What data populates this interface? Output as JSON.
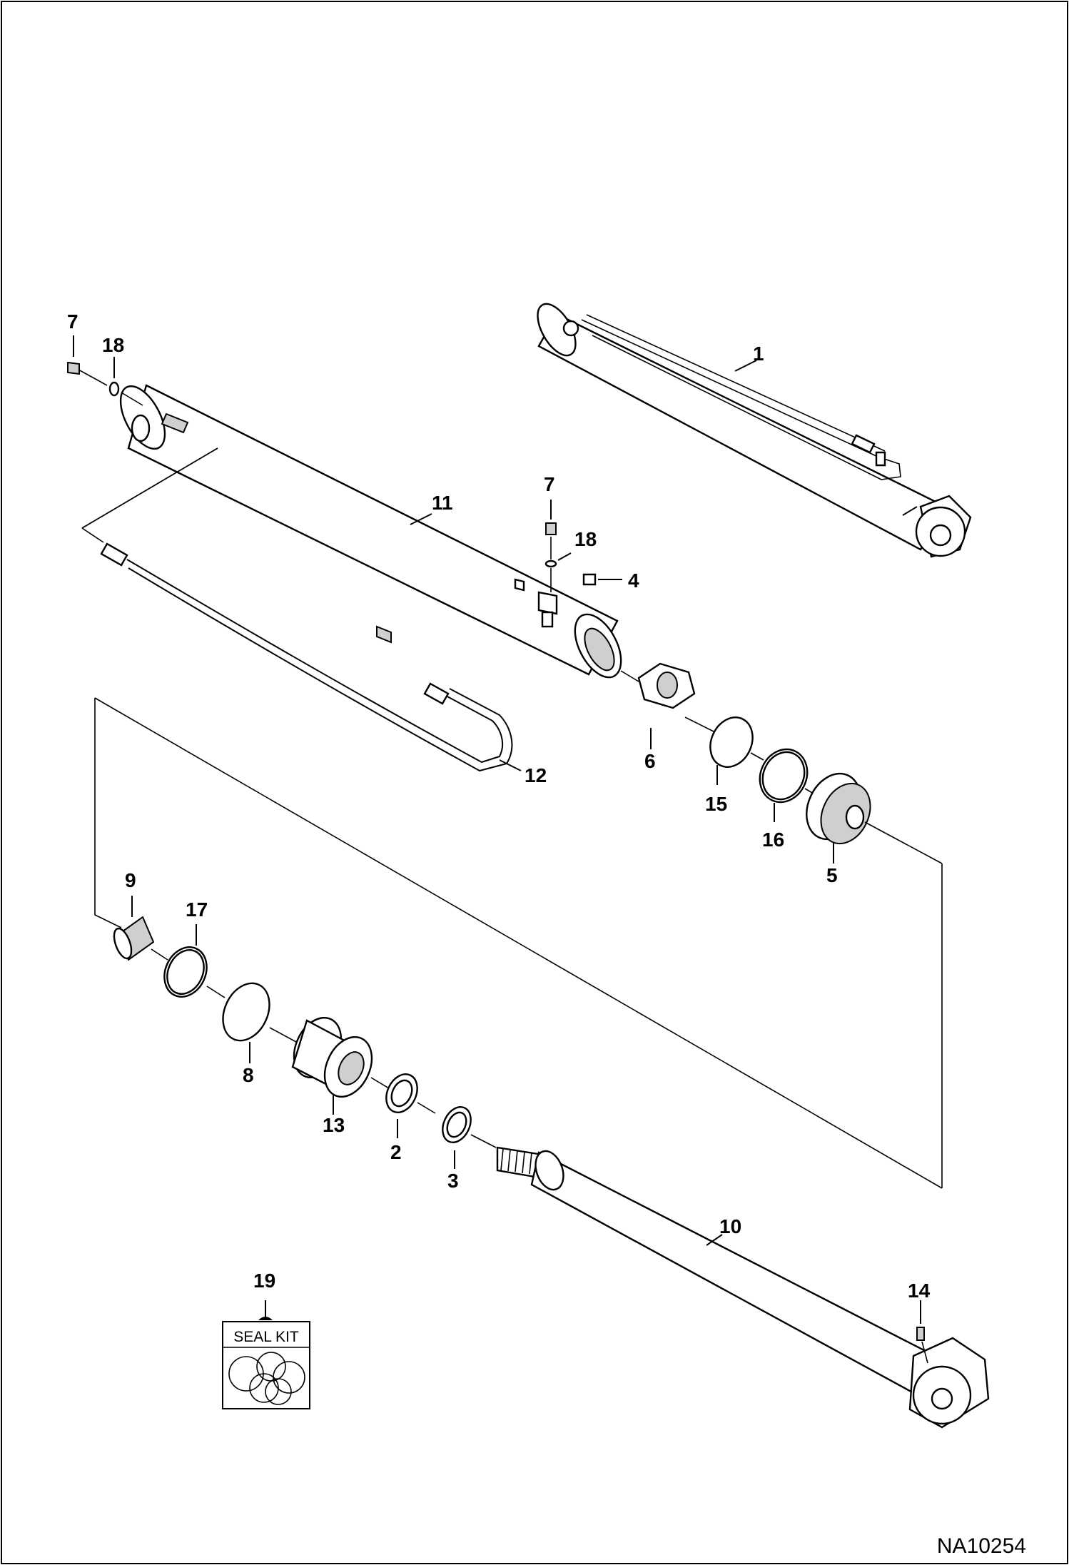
{
  "figure_id": "NA10254",
  "seal_kit_label": "SEAL KIT",
  "callouts": {
    "c1": "1",
    "c2": "2",
    "c3": "3",
    "c4": "4",
    "c5": "5",
    "c6": "6",
    "c7a": "7",
    "c7b": "7",
    "c8": "8",
    "c9": "9",
    "c10": "10",
    "c11": "11",
    "c12": "12",
    "c13": "13",
    "c14": "14",
    "c15": "15",
    "c16": "16",
    "c17": "17",
    "c18a": "18",
    "c18b": "18",
    "c19": "19"
  }
}
